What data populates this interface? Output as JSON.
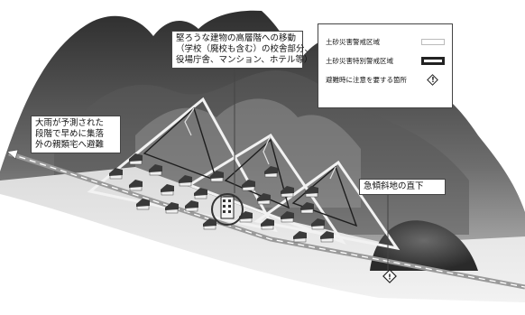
{
  "callouts": {
    "vertical_evacuation": [
      "堅ろうな建物の高層階への移動",
      "（学校（廃校も含む）の校舎部分、",
      "役場庁舎、マンション、ホテル等）"
    ],
    "early_evacuation": [
      "大雨が予測された",
      "段階で早めに集落",
      "外の親類宅へ避難"
    ],
    "steep_slope": "急傾斜地の直下"
  },
  "legend": {
    "items": [
      {
        "label": "土砂災害警戒区域",
        "symbol": "yellow-zone-outline"
      },
      {
        "label": "土砂災害特別警戒区域",
        "symbol": "red-zone-outline"
      },
      {
        "label": "避難時に注意を要する箇所",
        "symbol": "caution-diamond"
      }
    ],
    "caution_glyph": "!"
  },
  "colors": {
    "mountain_dark": "#3a3a3a",
    "mountain_mid": "#8a8a8a",
    "ground": "#e6e6e6",
    "zone_outline": "#f2f2f2",
    "road": "#9a9a9a"
  }
}
